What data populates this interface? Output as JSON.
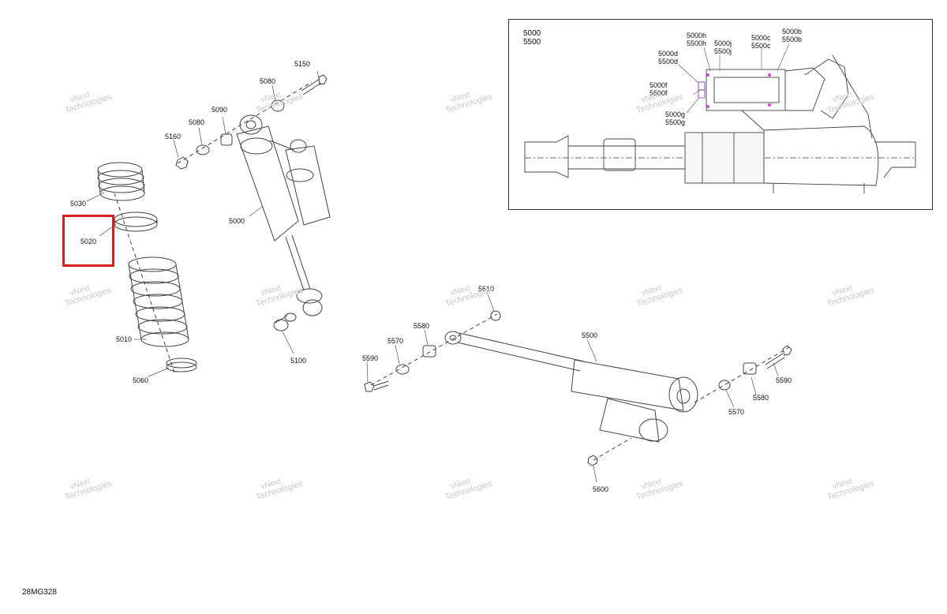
{
  "diagram": {
    "document_code": "28MG328",
    "watermark": {
      "line1": "vNext",
      "line2": "Technologies"
    },
    "highlight": {
      "part": "5020",
      "color": "#d71f1f"
    },
    "inset": {
      "title_lines": [
        "5000",
        "5500"
      ],
      "labels": {
        "h": [
          "5000h",
          "5500h"
        ],
        "j": [
          "5000j",
          "5500j"
        ],
        "c": [
          "5000c",
          "5500c"
        ],
        "b": [
          "5000b",
          "5500b"
        ],
        "d": [
          "5000d",
          "5500d"
        ],
        "f": [
          "5000f",
          "5500f"
        ],
        "g": [
          "5000g",
          "5500g"
        ]
      }
    },
    "callouts": {
      "p5150": "5150",
      "p5080_top": "5080",
      "p5090": "5090",
      "p5080": "5080",
      "p5160": "5160",
      "p5030": "5030",
      "p5020": "5020",
      "p5000": "5000",
      "p5010": "5010",
      "p5060": "5060",
      "p5100": "5100",
      "p5610": "5610",
      "p5580_left": "5580",
      "p5570_left": "5570",
      "p5590_left": "5590",
      "p5500": "5500",
      "p5590_right": "5590",
      "p5580_right": "5580",
      "p5570_right": "5570",
      "p5600": "5600"
    }
  }
}
